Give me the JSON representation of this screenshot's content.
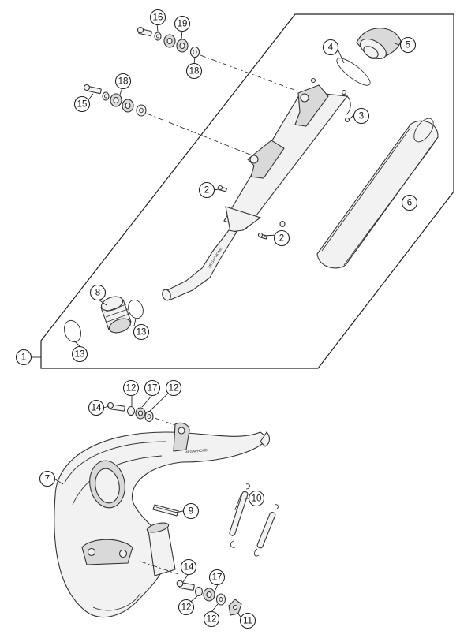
{
  "callouts": [
    {
      "id": "c1",
      "label": "1"
    },
    {
      "id": "c2a",
      "label": "2"
    },
    {
      "id": "c2b",
      "label": "2"
    },
    {
      "id": "c3",
      "label": "3"
    },
    {
      "id": "c4",
      "label": "4"
    },
    {
      "id": "c5",
      "label": "5"
    },
    {
      "id": "c6",
      "label": "6"
    },
    {
      "id": "c7",
      "label": "7"
    },
    {
      "id": "c8",
      "label": "8"
    },
    {
      "id": "c9",
      "label": "9"
    },
    {
      "id": "c10",
      "label": "10"
    },
    {
      "id": "c11",
      "label": "11"
    },
    {
      "id": "c12a",
      "label": "12"
    },
    {
      "id": "c12b",
      "label": "12"
    },
    {
      "id": "c12c",
      "label": "12"
    },
    {
      "id": "c12d",
      "label": "12"
    },
    {
      "id": "c13a",
      "label": "13"
    },
    {
      "id": "c13b",
      "label": "13"
    },
    {
      "id": "c14a",
      "label": "14"
    },
    {
      "id": "c14b",
      "label": "14"
    },
    {
      "id": "c15",
      "label": "15"
    },
    {
      "id": "c16",
      "label": "16"
    },
    {
      "id": "c17a",
      "label": "17"
    },
    {
      "id": "c17b",
      "label": "17"
    },
    {
      "id": "c18a",
      "label": "18"
    },
    {
      "id": "c18b",
      "label": "18"
    },
    {
      "id": "c19",
      "label": "19"
    }
  ],
  "parts": {
    "silencer_logo": "MEGAPHONE",
    "header_logo": "MEGAPHONE"
  }
}
